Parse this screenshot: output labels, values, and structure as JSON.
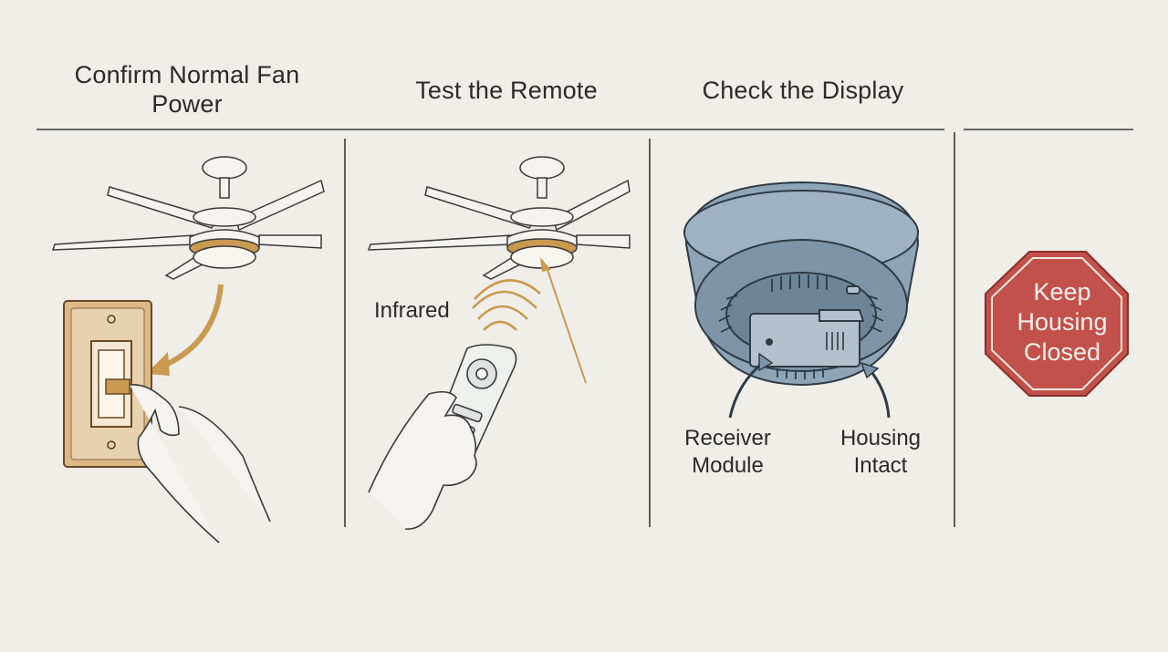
{
  "steps": [
    {
      "title": "Confirm Normal Fan Power"
    },
    {
      "title": "Test the Remote"
    },
    {
      "title": "Check the Display"
    }
  ],
  "labels": {
    "infrared": "Infrared",
    "receiver_module": "Receiver Module",
    "housing_intact": "Housing Intact"
  },
  "stop_sign": {
    "text": "Keep Housing Closed"
  },
  "colors": {
    "background": "#efeee9",
    "accent_brass": "#c99a4f",
    "receiver_blue": "#97abbb",
    "stop_red": "#c2514b"
  }
}
